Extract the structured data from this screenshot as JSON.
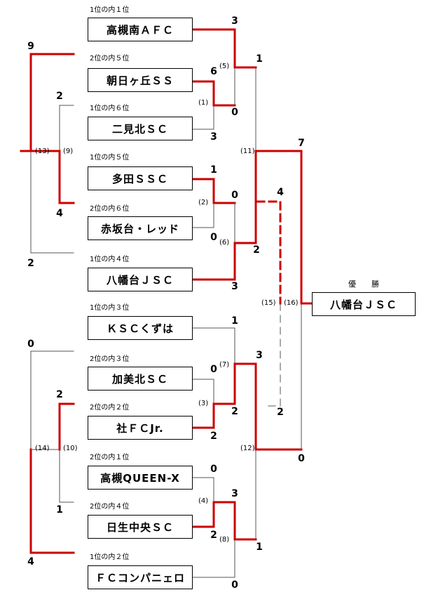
{
  "teams": [
    {
      "seed": "1位の内１位",
      "name": "高槻南ＡＦＣ"
    },
    {
      "seed": "2位の内５位",
      "name": "朝日ヶ丘ＳＳ"
    },
    {
      "seed": "1位の内６位",
      "name": "二見北ＳＣ"
    },
    {
      "seed": "1位の内５位",
      "name": "多田ＳＳＣ"
    },
    {
      "seed": "2位の内６位",
      "name": "赤坂台・レッド"
    },
    {
      "seed": "1位の内４位",
      "name": "八幡台ＪＳＣ"
    },
    {
      "seed": "1位の内３位",
      "name": "ＫＳＣくずは"
    },
    {
      "seed": "2位の内３位",
      "name": "加美北ＳＣ"
    },
    {
      "seed": "2位の内２位",
      "name": "社ＦＣJr."
    },
    {
      "seed": "2位の内１位",
      "name": "高槻QUEEN-X"
    },
    {
      "seed": "2位の内４位",
      "name": "日生中央ＳＣ"
    },
    {
      "seed": "1位の内２位",
      "name": "ＦＣコンパニェロ"
    }
  ],
  "match_numbers": [
    "(1)",
    "(2)",
    "(3)",
    "(4)",
    "(5)",
    "(6)",
    "(7)",
    "(8)",
    "(9)",
    "(10)",
    "(11)",
    "(12)",
    "(13)",
    "(14)",
    "(15)",
    "(16)"
  ],
  "scores": {
    "m5_top": "3",
    "m5_bottom": "1",
    "m1_top": "6",
    "m1_mid": "0",
    "m1_bottom": "3",
    "m2_top": "1",
    "m2_mid": "0",
    "m2_bottom": "0",
    "m6_top": "2",
    "m6_bottom": "3",
    "m11_top": "7",
    "m15_top": "4",
    "m15_bottom": "2",
    "m7_top": "1",
    "m7_mid": "3",
    "m3_top": "0",
    "m3_mid": "2",
    "m3_bottom": "2",
    "m4_top": "0",
    "m4_mid": "3",
    "m4_bottom": "2",
    "m8_top": "1",
    "m8_bottom": "0",
    "m12_bottom": "0",
    "m13_top": "9",
    "m13_bottom": "2",
    "m9_top": "2",
    "m9_bottom": "4",
    "m14_top": "0",
    "m14_bottom": "4",
    "m10_top": "2",
    "m10_bottom": "1"
  },
  "winner": {
    "label": "優勝",
    "name": "八幡台ＪＳＣ"
  },
  "colors": {
    "win_line": "#cc0000",
    "line": "#555555"
  }
}
